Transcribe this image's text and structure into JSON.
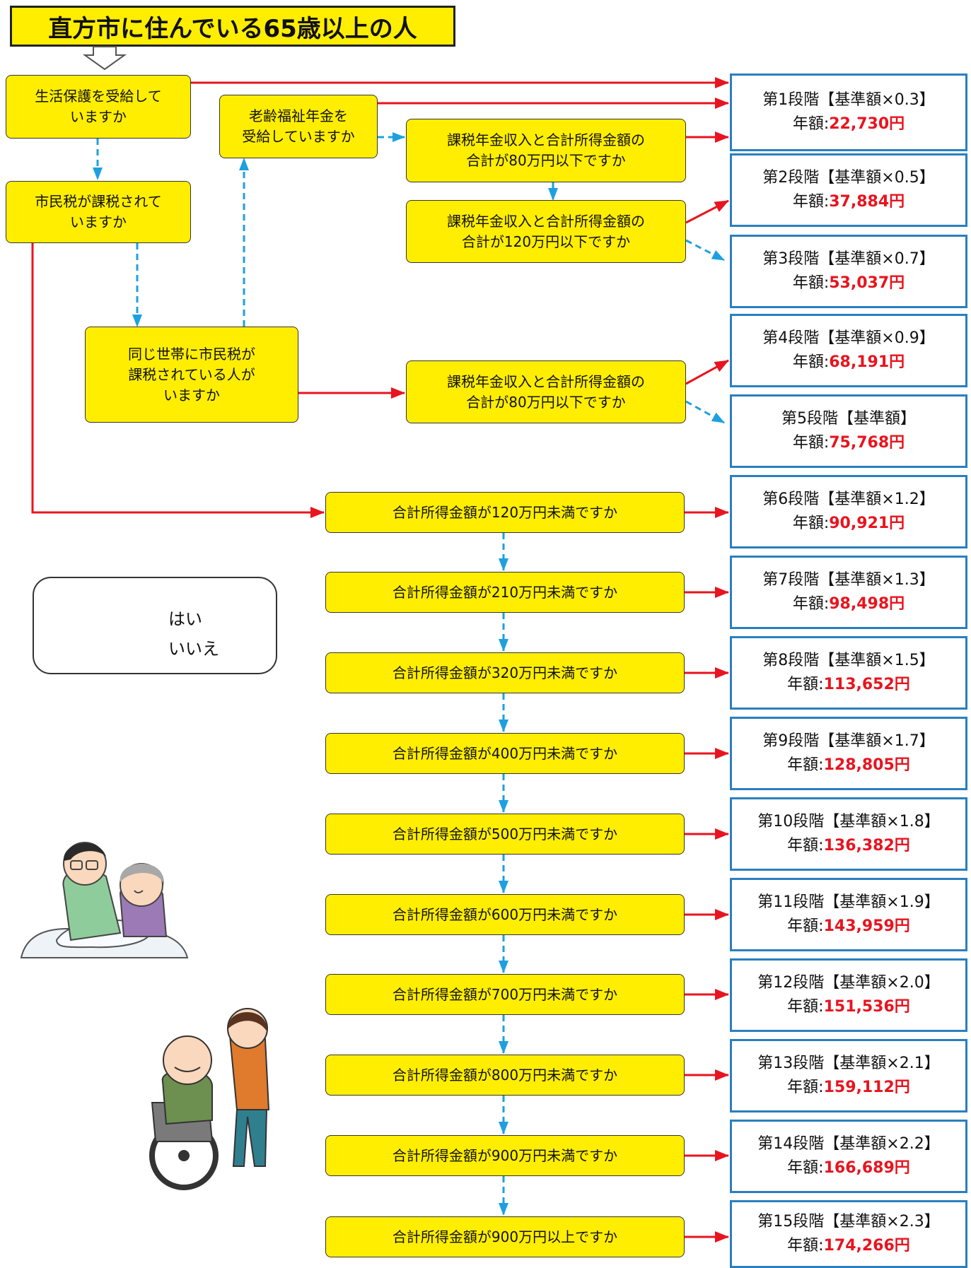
{
  "title": "直方市に住んでいる65歳以上の人",
  "questions": {
    "welfare": "生活保護を受給して\nいますか",
    "resident_tax": "市民税が課税されて\nいますか",
    "old_age_pension": "老齢福祉年金を\n受給していますか",
    "household": "同じ世帯に市民税が\n課税されている人が\nいますか",
    "income80_a": "課税年金収入と合計所得金額の\n合計が80万円以下ですか",
    "income120": "課税年金収入と合計所得金額の\n合計が120万円以下ですか",
    "income80_b": "課税年金収入と合計所得金額の\n合計が80万円以下ですか",
    "under120": "合計所得金額が120万円未満ですか",
    "under210": "合計所得金額が210万円未満ですか",
    "under320": "合計所得金額が320万円未満ですか",
    "under400": "合計所得金額が400万円未満ですか",
    "under500": "合計所得金額が500万円未満ですか",
    "under600": "合計所得金額が600万円未満ですか",
    "under700": "合計所得金額が700万円未満ですか",
    "under800": "合計所得金額が800万円未満ですか",
    "under900": "合計所得金額が900万円未満ですか",
    "over900": "合計所得金額が900万円以上ですか"
  },
  "results": [
    {
      "stage": "第1段階【基準額×0.3】",
      "prefix": "年額:",
      "amount": "22,730円"
    },
    {
      "stage": "第2段階【基準額×0.5】",
      "prefix": "年額:",
      "amount": "37,884円"
    },
    {
      "stage": "第3段階【基準額×0.7】",
      "prefix": "年額:",
      "amount": "53,037円"
    },
    {
      "stage": "第4段階【基準額×0.9】",
      "prefix": "年額:",
      "amount": "68,191円"
    },
    {
      "stage": "第5段階【基準額】",
      "prefix": "年額:",
      "amount": "75,768円"
    },
    {
      "stage": "第6段階【基準額×1.2】",
      "prefix": "年額:",
      "amount": "90,921円"
    },
    {
      "stage": "第7段階【基準額×1.3】",
      "prefix": "年額:",
      "amount": "98,498円"
    },
    {
      "stage": "第8段階【基準額×1.5】",
      "prefix": "年額:",
      "amount": "113,652円"
    },
    {
      "stage": "第9段階【基準額×1.7】",
      "prefix": "年額:",
      "amount": "128,805円"
    },
    {
      "stage": "第10段階【基準額×1.8】",
      "prefix": "年額:",
      "amount": "136,382円"
    },
    {
      "stage": "第11段階【基準額×1.9】",
      "prefix": "年額:",
      "amount": "143,959円"
    },
    {
      "stage": "第12段階【基準額×2.0】",
      "prefix": "年額:",
      "amount": "151,536円"
    },
    {
      "stage": "第13段階【基準額×2.1】",
      "prefix": "年額:",
      "amount": "159,112円"
    },
    {
      "stage": "第14段階【基準額×2.2】",
      "prefix": "年額:",
      "amount": "166,689円"
    },
    {
      "stage": "第15段階【基準額×2.3】",
      "prefix": "年額:",
      "amount": "174,266円"
    }
  ],
  "legend": {
    "yes": "はい",
    "no": "いいえ"
  },
  "colors": {
    "question_fill": "#ffee00",
    "yes_arrow": "#e8141f",
    "no_arrow": "#1ea0e0",
    "result_border": "#2a7fbf",
    "amount": "#e8141f"
  },
  "illustrations": [
    "caregiver-with-elderly-woman-in-bed",
    "caregiver-pushing-wheelchair"
  ]
}
